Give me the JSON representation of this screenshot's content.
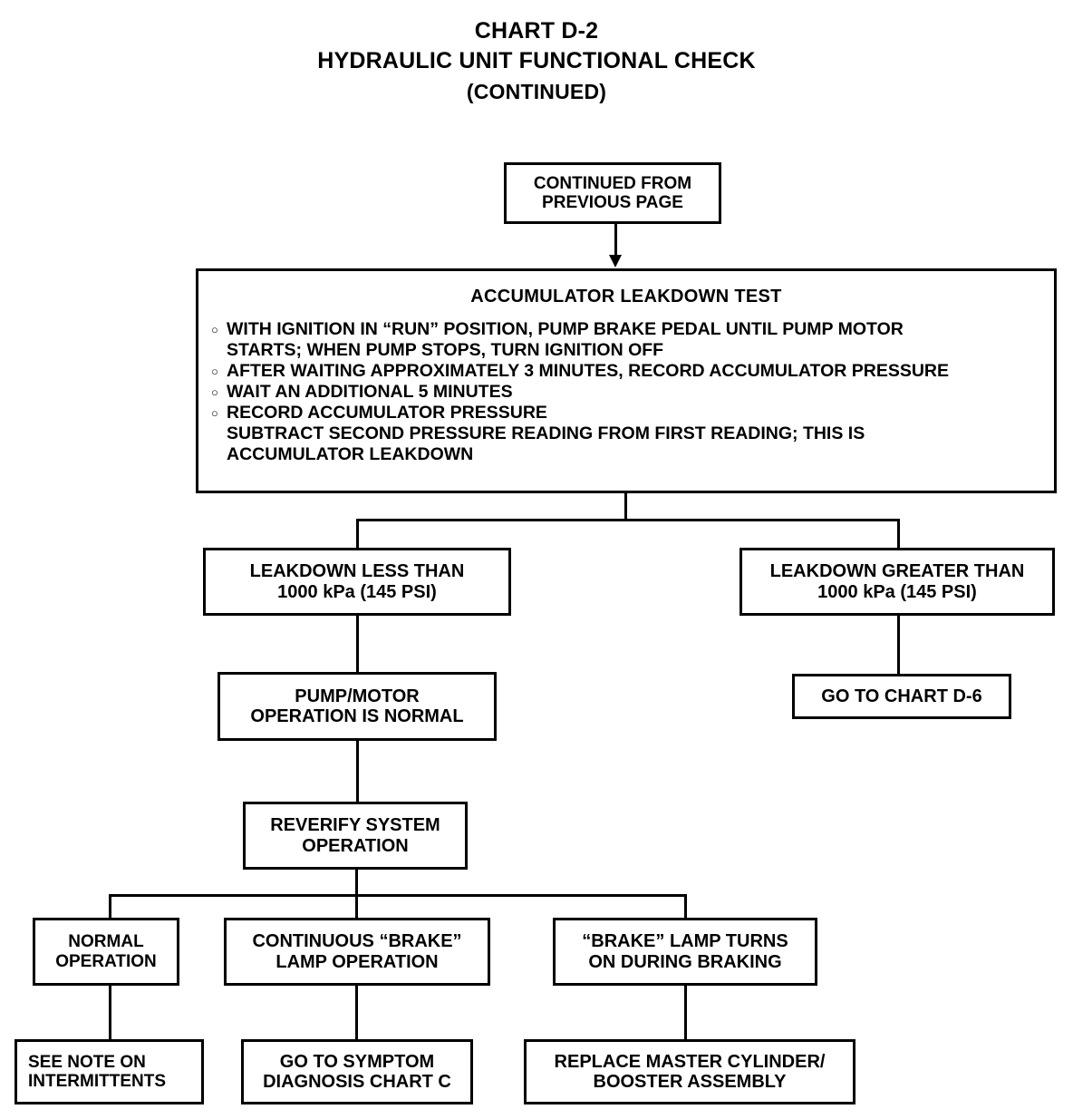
{
  "title": {
    "line1": "CHART D-2",
    "line2": "HYDRAULIC UNIT FUNCTIONAL CHECK",
    "line3": "(CONTINUED)"
  },
  "chart_data": {
    "type": "diagram",
    "diagram_kind": "flowchart",
    "title": "CHART D-2 HYDRAULIC UNIT FUNCTIONAL CHECK (CONTINUED)",
    "nodes": [
      {
        "id": "continued_from",
        "label_lines": [
          "CONTINUED FROM",
          "PREVIOUS PAGE"
        ]
      },
      {
        "id": "leakdown_test",
        "heading": "ACCUMULATOR LEAKDOWN TEST"
      },
      {
        "id": "leakdown_less",
        "label_lines": [
          "LEAKDOWN LESS THAN",
          "1000 kPa (145 PSI)"
        ]
      },
      {
        "id": "leakdown_greater",
        "label_lines": [
          "LEAKDOWN GREATER THAN",
          "1000 kPa (145 PSI)"
        ]
      },
      {
        "id": "pump_motor_normal",
        "label_lines": [
          "PUMP/MOTOR",
          "OPERATION IS NORMAL"
        ]
      },
      {
        "id": "go_chart_d6",
        "label_lines": [
          "GO TO CHART D-6"
        ]
      },
      {
        "id": "reverify",
        "label_lines": [
          "REVERIFY SYSTEM",
          "OPERATION"
        ]
      },
      {
        "id": "normal_operation",
        "label_lines": [
          "NORMAL",
          "OPERATION"
        ]
      },
      {
        "id": "continuous_lamp",
        "label_lines": [
          "CONTINUOUS “BRAKE”",
          "LAMP OPERATION"
        ]
      },
      {
        "id": "lamp_on_braking",
        "label_lines": [
          "“BRAKE” LAMP TURNS",
          "ON DURING BRAKING"
        ]
      },
      {
        "id": "see_note",
        "label_lines": [
          "SEE NOTE ON",
          "INTERMITTENTS"
        ]
      },
      {
        "id": "symptom_chart_c",
        "label_lines": [
          "GO TO SYMPTOM",
          "DIAGNOSIS CHART C"
        ]
      },
      {
        "id": "replace_master",
        "label_lines": [
          "REPLACE MASTER CYLINDER/",
          "BOOSTER ASSEMBLY"
        ]
      }
    ],
    "edges": [
      {
        "from": "continued_from",
        "to": "leakdown_test",
        "arrow": true
      },
      {
        "from": "leakdown_test",
        "to": "leakdown_less",
        "arrow": false
      },
      {
        "from": "leakdown_test",
        "to": "leakdown_greater",
        "arrow": false
      },
      {
        "from": "leakdown_less",
        "to": "pump_motor_normal",
        "arrow": false
      },
      {
        "from": "leakdown_greater",
        "to": "go_chart_d6",
        "arrow": false
      },
      {
        "from": "pump_motor_normal",
        "to": "reverify",
        "arrow": false
      },
      {
        "from": "reverify",
        "to": "normal_operation",
        "arrow": false
      },
      {
        "from": "reverify",
        "to": "continuous_lamp",
        "arrow": false
      },
      {
        "from": "reverify",
        "to": "lamp_on_braking",
        "arrow": false
      },
      {
        "from": "normal_operation",
        "to": "see_note",
        "arrow": false
      },
      {
        "from": "continuous_lamp",
        "to": "symptom_chart_c",
        "arrow": false
      },
      {
        "from": "lamp_on_braking",
        "to": "replace_master",
        "arrow": false
      }
    ],
    "colors": {
      "stroke": "#000000",
      "fill": "#ffffff",
      "text": "#000000"
    }
  },
  "boxes": {
    "continued_from": {
      "line1": "CONTINUED FROM",
      "line2": "PREVIOUS PAGE"
    },
    "leakdown_test": {
      "heading": "ACCUMULATOR LEAKDOWN TEST",
      "bullet_glyph": "○",
      "items": [
        {
          "b1": "WITH IGNITION IN “RUN” POSITION, PUMP BRAKE PEDAL UNTIL PUMP MOTOR",
          "b2": "STARTS; WHEN PUMP STOPS, TURN IGNITION OFF"
        },
        {
          "b1": "AFTER WAITING APPROXIMATELY 3 MINUTES, RECORD ACCUMULATOR PRESSURE"
        },
        {
          "b1": "WAIT AN ADDITIONAL 5 MINUTES"
        },
        {
          "b1": "RECORD ACCUMULATOR PRESSURE",
          "b2": "SUBTRACT SECOND PRESSURE READING FROM FIRST READING; THIS IS",
          "b3": "ACCUMULATOR LEAKDOWN"
        }
      ]
    },
    "leakdown_less": {
      "line1": "LEAKDOWN LESS THAN",
      "line2": "1000 kPa (145 PSI)"
    },
    "leakdown_greater": {
      "line1": "LEAKDOWN GREATER THAN",
      "line2": "1000 kPa (145 PSI)"
    },
    "pump_motor_normal": {
      "line1": "PUMP/MOTOR",
      "line2": "OPERATION IS NORMAL"
    },
    "go_chart_d6": {
      "line1": "GO TO CHART D-6"
    },
    "reverify": {
      "line1": "REVERIFY SYSTEM",
      "line2": "OPERATION"
    },
    "normal_operation": {
      "line1": "NORMAL",
      "line2": "OPERATION"
    },
    "continuous_lamp": {
      "line1": "CONTINUOUS “BRAKE”",
      "line2": "LAMP OPERATION"
    },
    "lamp_on_braking": {
      "line1": "“BRAKE” LAMP TURNS",
      "line2": "ON DURING BRAKING"
    },
    "see_note": {
      "line1": "SEE NOTE ON",
      "line2": "INTERMITTENTS"
    },
    "symptom_chart_c": {
      "line1": "GO TO SYMPTOM",
      "line2": "DIAGNOSIS CHART C"
    },
    "replace_master": {
      "line1": "REPLACE MASTER CYLINDER/",
      "line2": "BOOSTER ASSEMBLY"
    }
  }
}
